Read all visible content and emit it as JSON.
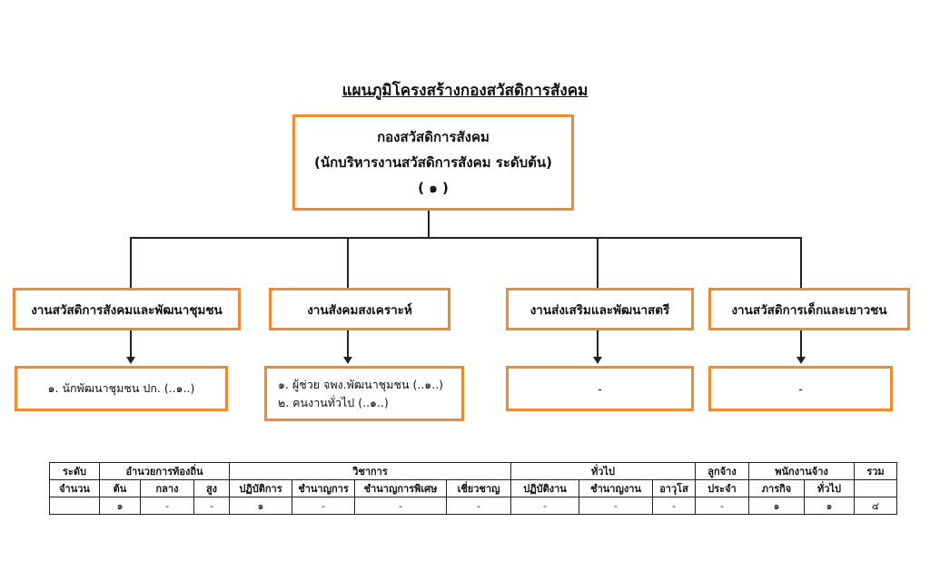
{
  "title": "แผนภูมิโครงสร้างกองสวัสดิการสังคม",
  "top": {
    "line1": "กองสวัสดิการสังคม",
    "line2": "(นักบริหารงานสวัสดิการสังคม ระดับต้น)",
    "line3": "( ๑ )"
  },
  "sections": [
    {
      "name": "งานสวัสดิการสังคมและพัฒนาชุมชน",
      "staff": [
        "๑. นักพัฒนาชุมชน ปก. (..๑..)"
      ]
    },
    {
      "name": "งานสังคมสงเคราะห์",
      "staff": [
        "๑. ผู้ช่วย จพง.พัฒนาชุมชน (..๑..)",
        "๒. คนงานทั่วไป (..๑..)"
      ]
    },
    {
      "name": "งานส่งเสริมและพัฒนาสตรี",
      "staff": [
        "-"
      ]
    },
    {
      "name": "งานสวัสดิการเด็กและเยาวชน",
      "staff": [
        "-"
      ]
    }
  ],
  "table": {
    "level_label": "ระดับ",
    "count_label": "จำนวน",
    "groups": {
      "executive": "อำนวยการท้องถิ่น",
      "academic": "วิชาการ",
      "general": "ทั่วไป",
      "employee": "ลูกจ้าง",
      "contract": "พนักงานจ้าง",
      "total": "รวม"
    },
    "sub": {
      "exec_1": "ต้น",
      "exec_2": "กลาง",
      "exec_3": "สูง",
      "acad_1": "ปฏิบัติการ",
      "acad_2": "ชำนาญการ",
      "acad_3": "ชำนาญการพิเศษ",
      "acad_4": "เชี่ยวชาญ",
      "gen_1": "ปฏิบัติงาน",
      "gen_2": "ชำนาญงาน",
      "gen_3": "อาวุโส",
      "emp_1": "ประจำ",
      "con_1": "ภารกิจ",
      "con_2": "ทั่วไป"
    },
    "values": [
      "๑",
      "-",
      "-",
      "๑",
      "-",
      "-",
      "-",
      "-",
      "-",
      "-",
      "-",
      "๑",
      "๑",
      "๔"
    ]
  }
}
